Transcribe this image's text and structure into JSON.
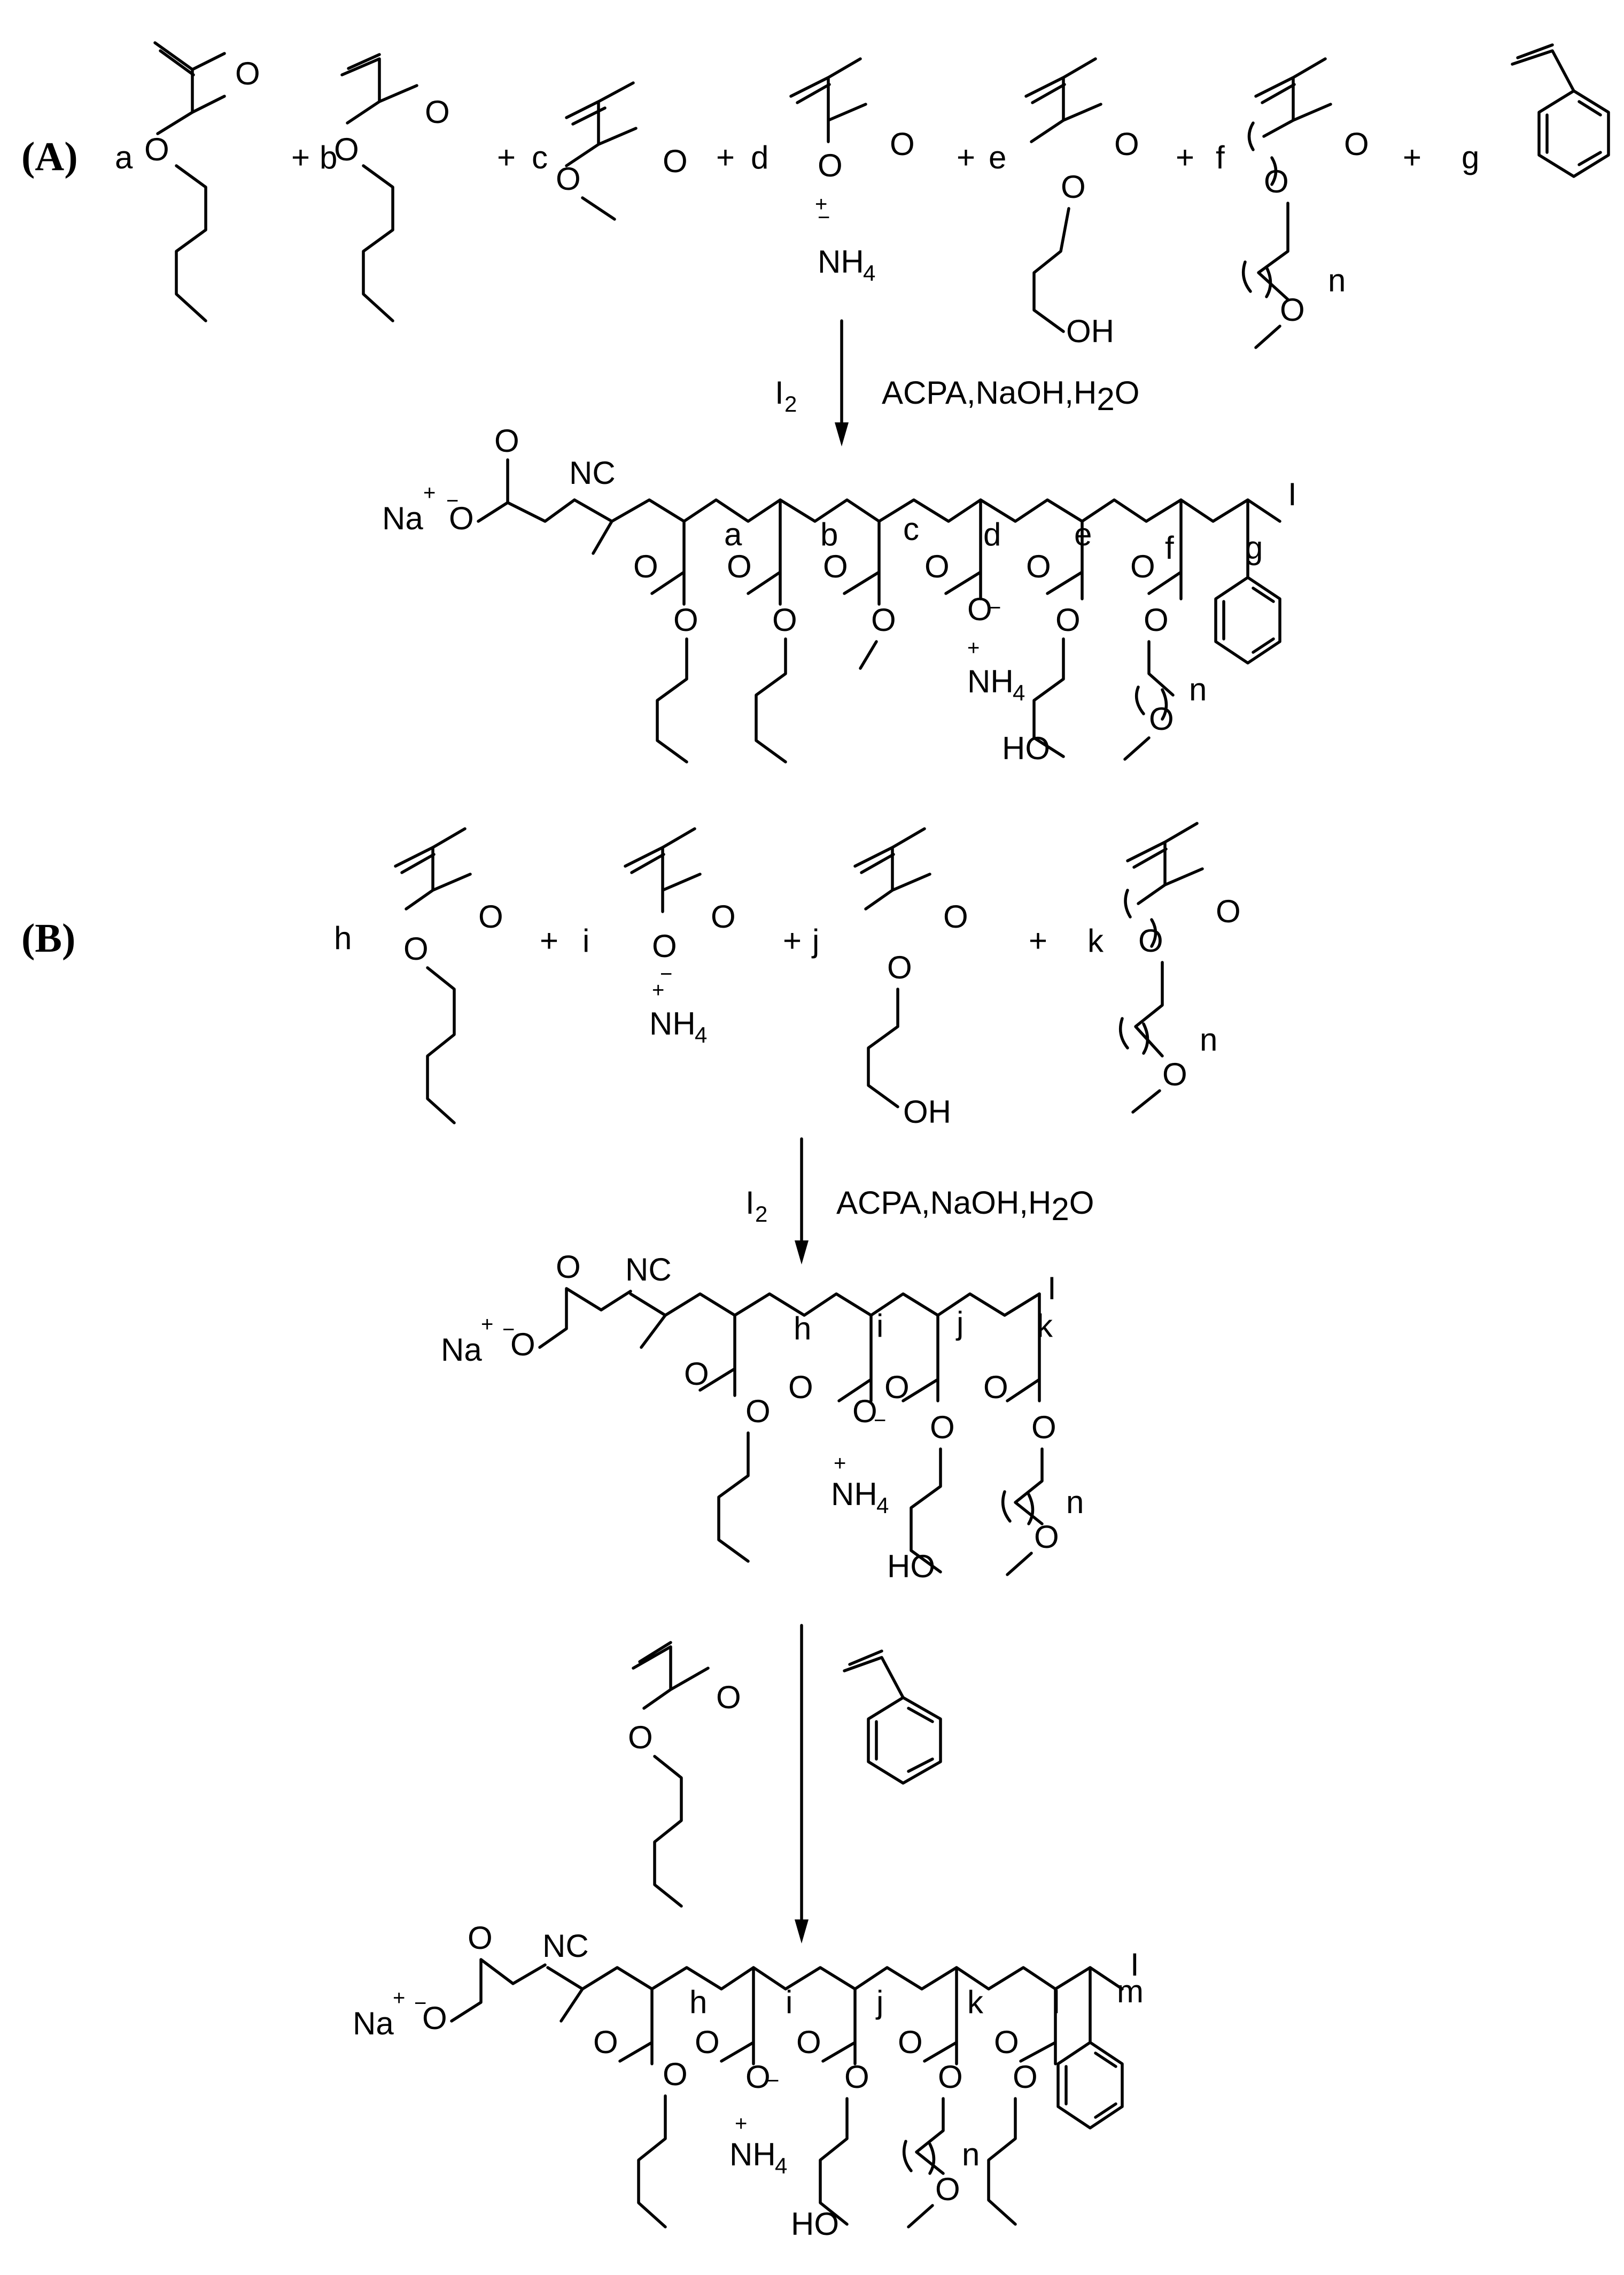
{
  "panels": {
    "a": "(A)",
    "b": "(B)"
  },
  "coefficients": {
    "a": "a",
    "b": "b",
    "c": "c",
    "d": "d",
    "e": "e",
    "f": "f",
    "g": "g",
    "h": "h",
    "i": "i",
    "j": "j",
    "k": "k",
    "l": "l",
    "m": "m",
    "n": "n"
  },
  "operators": {
    "plus": "+"
  },
  "atoms": {
    "o": "O",
    "oh": "OH",
    "ho": "HO",
    "nc": "NC",
    "na": "Na",
    "iodine": "I",
    "nh": "NH",
    "nh_sub": "4",
    "plus_charge": "+",
    "minus_charge": "−"
  },
  "arrow_labels": {
    "initiator": "I",
    "initiator_sub": "2",
    "conditions_pre": "ACPA,NaOH,H",
    "conditions_sub": "2",
    "conditions_post": "O"
  },
  "colors": {
    "ink": "#000000",
    "background": "#ffffff"
  }
}
